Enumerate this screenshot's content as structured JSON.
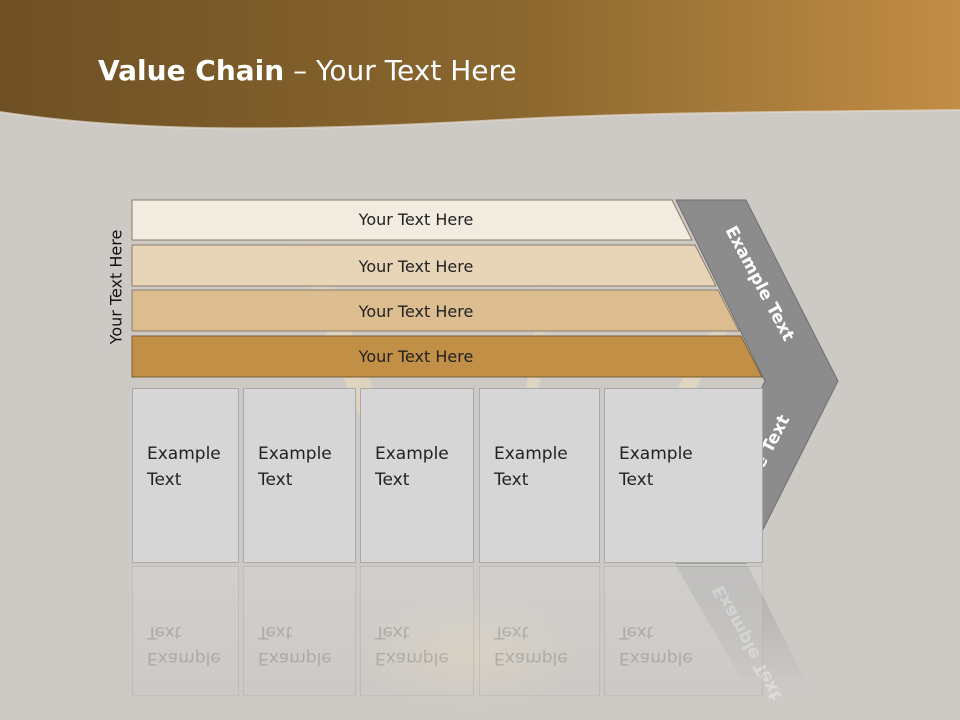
{
  "slide": {
    "title_bold": "Value Chain",
    "title_rest": " – Your Text Here",
    "side_label": "Your Text Here"
  },
  "bars": [
    {
      "label": "Your Text Here",
      "color": "#f2ebdf"
    },
    {
      "label": "Your Text Here",
      "color": "#e8d5b8"
    },
    {
      "label": "Your Text Here",
      "color": "#dbbd8f"
    },
    {
      "label": "Your Text Here",
      "color": "#c28f47"
    }
  ],
  "chevron": {
    "upper_label": "Example Text",
    "lower_label": "Example Text",
    "color": "#8c8c8c"
  },
  "boxes": [
    {
      "line1": "Example",
      "line2": "Text"
    },
    {
      "line1": "Example",
      "line2": "Text"
    },
    {
      "line1": "Example",
      "line2": "Text"
    },
    {
      "line1": "Example",
      "line2": "Text"
    },
    {
      "line1": "Example",
      "line2": "Text"
    }
  ],
  "colors": {
    "header_brown": "#86612c",
    "header_light": "#c28d45",
    "background": "#cdcac6"
  }
}
